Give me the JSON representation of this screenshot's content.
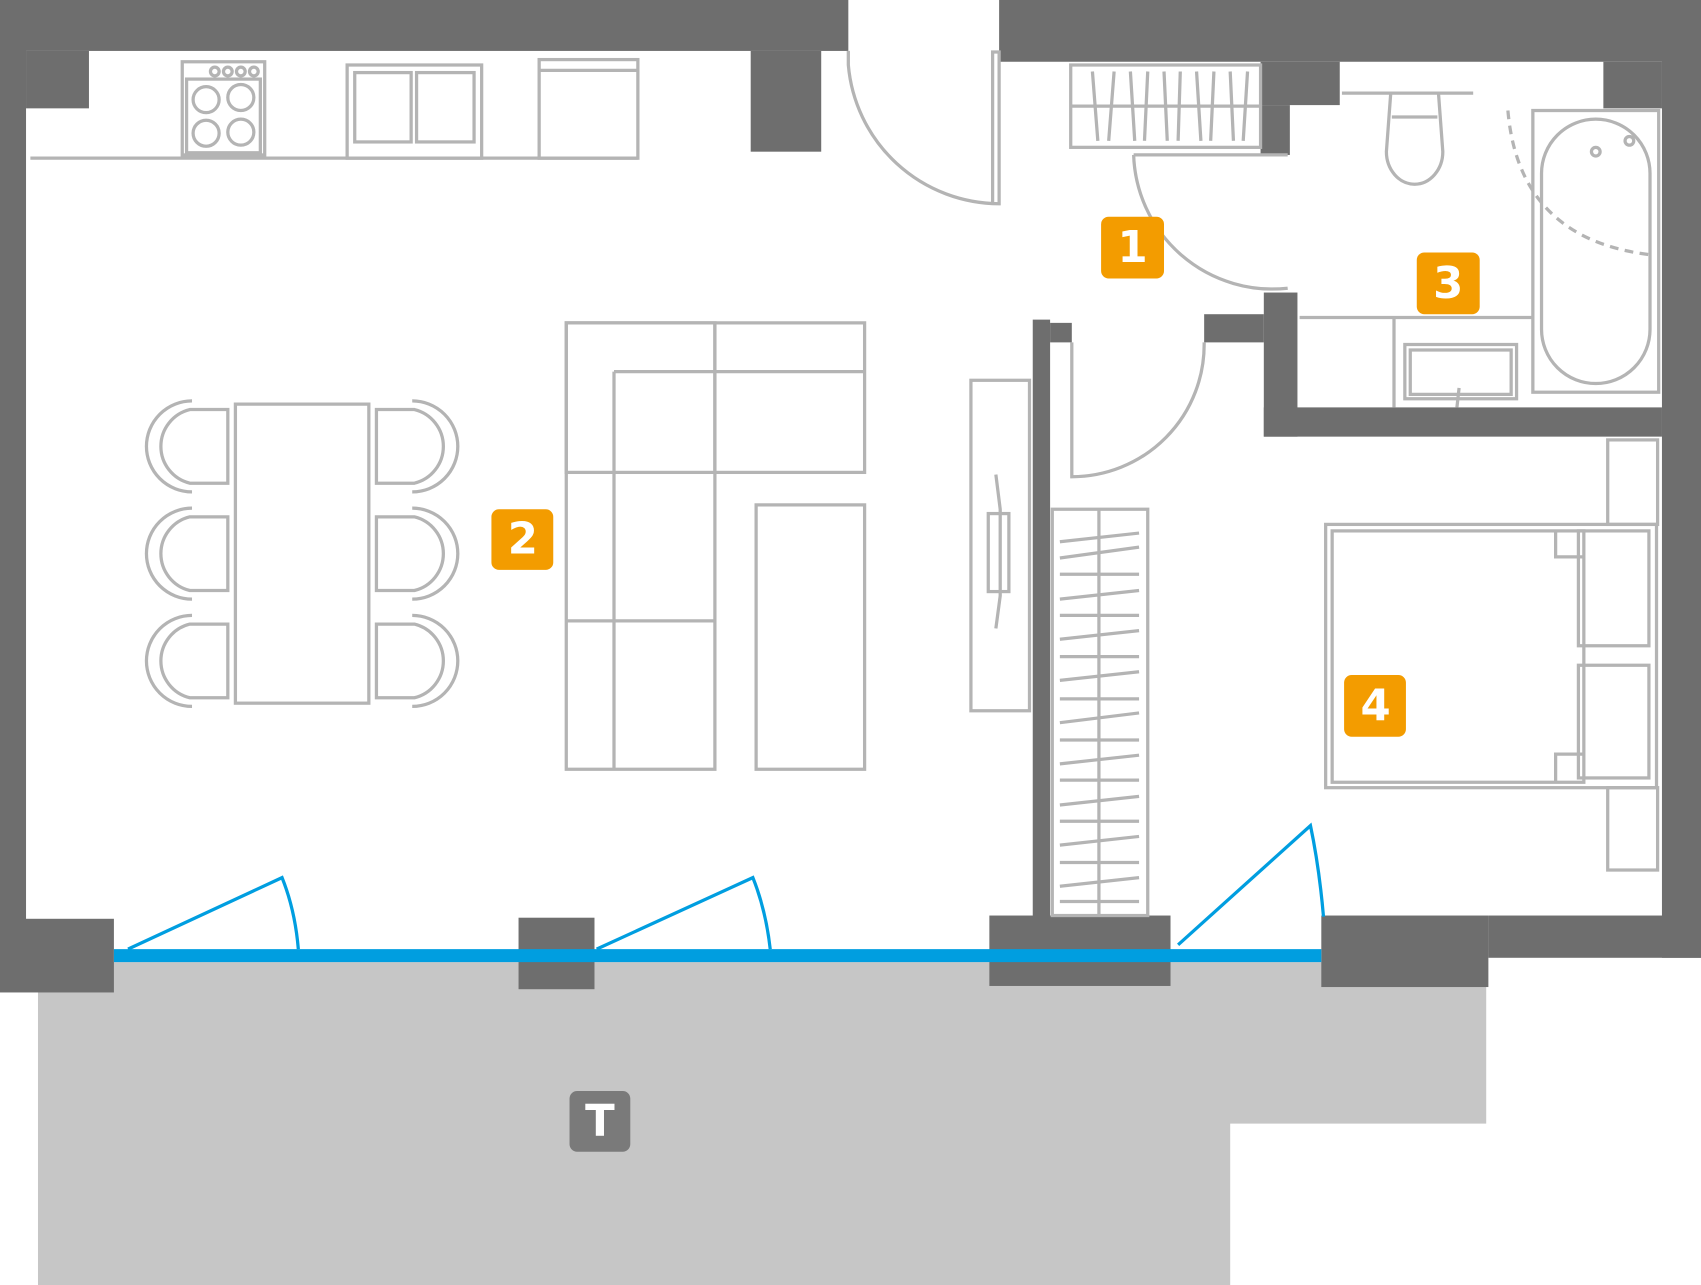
{
  "colors": {
    "wall": "#6e6e6e",
    "furniture": "#b4b4b4",
    "window": "#009ee0",
    "room_badge": "#f39c00",
    "terrace": "#c6c6c6",
    "terrace_badge": "#7a7a7a"
  },
  "rooms": [
    {
      "label": "1"
    },
    {
      "label": "2"
    },
    {
      "label": "3"
    },
    {
      "label": "4"
    }
  ],
  "terrace": {
    "label": "T"
  }
}
